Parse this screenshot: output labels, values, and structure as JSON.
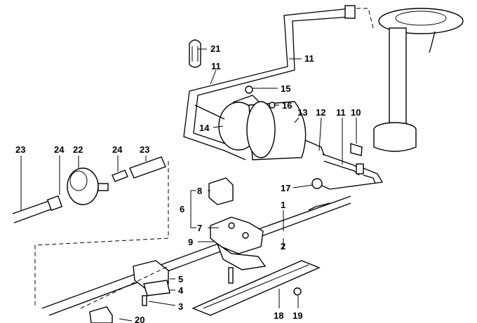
{
  "diagram": {
    "callouts": [
      {
        "id": "c1",
        "text": "1"
      },
      {
        "id": "c2",
        "text": "2"
      },
      {
        "id": "c3",
        "text": "3"
      },
      {
        "id": "c4",
        "text": "4"
      },
      {
        "id": "c5",
        "text": "5"
      },
      {
        "id": "c6",
        "text": "6"
      },
      {
        "id": "c7",
        "text": "7"
      },
      {
        "id": "c8",
        "text": "8"
      },
      {
        "id": "c9",
        "text": "9"
      },
      {
        "id": "c10",
        "text": "10"
      },
      {
        "id": "c11a",
        "text": "11"
      },
      {
        "id": "c11b",
        "text": "11"
      },
      {
        "id": "c11c",
        "text": "11"
      },
      {
        "id": "c12",
        "text": "12"
      },
      {
        "id": "c13",
        "text": "13"
      },
      {
        "id": "c14",
        "text": "14"
      },
      {
        "id": "c15",
        "text": "15"
      },
      {
        "id": "c16",
        "text": "16"
      },
      {
        "id": "c17",
        "text": "17"
      },
      {
        "id": "c18",
        "text": "18"
      },
      {
        "id": "c19",
        "text": "19"
      },
      {
        "id": "c20",
        "text": "20"
      },
      {
        "id": "c21",
        "text": "21"
      },
      {
        "id": "c22",
        "text": "22"
      },
      {
        "id": "c23a",
        "text": "23"
      },
      {
        "id": "c23b",
        "text": "23"
      },
      {
        "id": "c24a",
        "text": "24"
      },
      {
        "id": "c24b",
        "text": "24"
      }
    ]
  }
}
